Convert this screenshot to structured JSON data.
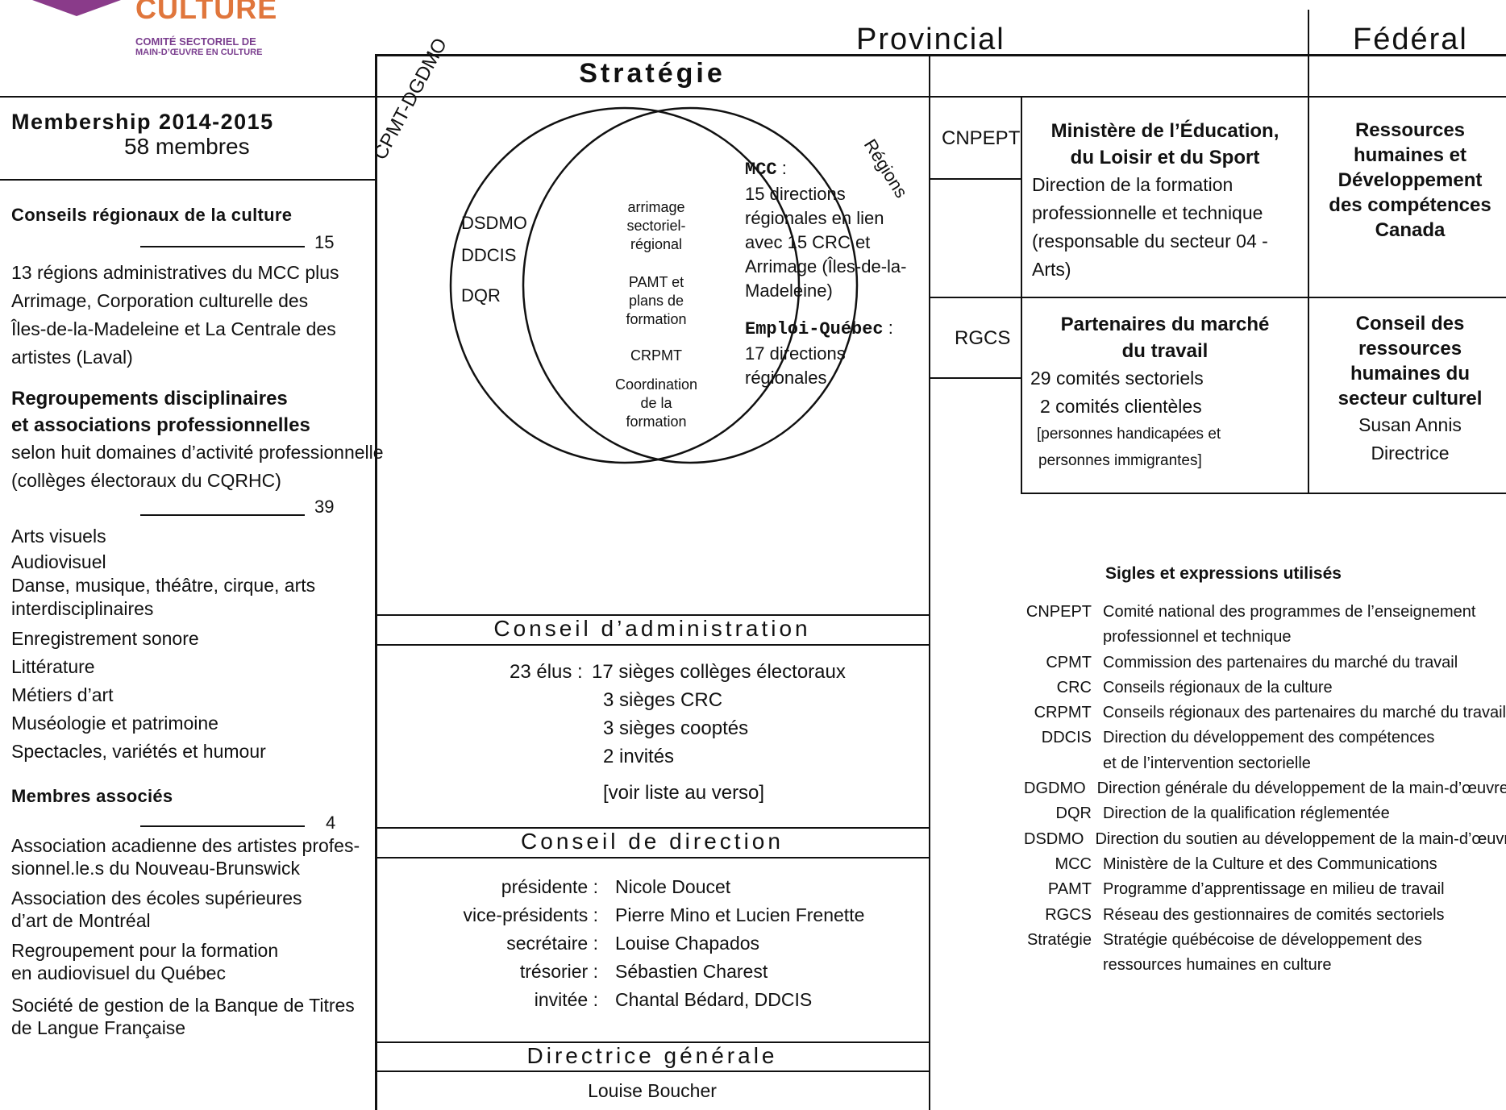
{
  "logo": {
    "word": "CULTURE",
    "line1": "COMITÉ SECTORIEL DE",
    "line2": "MAIN-D’ŒUVRE EN CULTURE",
    "color_word": "#e0763c",
    "color_small": "#7b3f8f",
    "color_shape": "#8a3b8a"
  },
  "headers": {
    "provincial": "Provincial",
    "federal": "Fédéral"
  },
  "strategie": {
    "title": "Stratégie"
  },
  "membership": {
    "title": "Membership 2014-2015",
    "count": "58 membres",
    "crc": {
      "title": "Conseils régionaux de la culture",
      "count": "15",
      "lines": [
        "13 régions administratives du MCC plus",
        "Arrimage, Corporation culturelle des",
        "Îles-de-la-Madeleine et La Centrale des",
        "artistes (Laval)"
      ]
    },
    "regroupements": {
      "title1": "Regroupements disciplinaires",
      "title2": "et associations professionnelles",
      "lines": [
        "selon huit domaines d’activité professionnelle",
        "(collèges électoraux du CQRHC)"
      ],
      "count": "39",
      "domains": [
        "Arts visuels",
        "Audiovisuel",
        "Danse, musique, théâtre, cirque, arts",
        "interdisciplinaires",
        "Enregistrement sonore",
        "Littérature",
        "Métiers d’art",
        "Muséologie et patrimoine",
        "Spectacles, variétés et humour"
      ]
    },
    "associes": {
      "title": "Membres associés",
      "count": "4",
      "items": [
        "Association acadienne des artistes profes-",
        "sionnel.le.s du Nouveau-Brunswick",
        "Association des écoles supérieures",
        "d’art de Montréal",
        "Regroupement pour la formation",
        "en audiovisuel du Québec",
        "Société de gestion de la Banque de Titres",
        "de Langue Française"
      ]
    }
  },
  "venn": {
    "left_label": "CPMT-DGDMO",
    "right_label": "Régions",
    "left_items": [
      "DSDMO",
      "DDCIS",
      "DQR"
    ],
    "center_items": [
      "arrimage",
      "sectoriel-",
      "régional",
      "PAMT et",
      "plans de",
      "formation",
      "CRPMT",
      "Coordination",
      "de la",
      "formation"
    ],
    "mcc_title": "MCC",
    "mcc_colon": " :",
    "mcc_lines": [
      "15 directions",
      "régionales en lien",
      "avec 15 CRC et",
      "Arrimage (Îles-de-la-",
      "Madeleine)"
    ],
    "eq_title": "Emploi-Québec",
    "eq_colon": " :",
    "eq_lines": [
      "17 directions",
      "régionales"
    ]
  },
  "ca": {
    "title": "Conseil d’administration",
    "elus": "23 élus :",
    "lines": [
      "17 sièges collèges électoraux",
      "3 sièges CRC",
      "3 sièges cooptés",
      "2 invités"
    ],
    "note": "[voir liste au verso]"
  },
  "cd": {
    "title": "Conseil de direction",
    "roles": [
      {
        "role": "présidente :",
        "name": "Nicole Doucet"
      },
      {
        "role": "vice-présidents :",
        "name": "Pierre Mino et Lucien Frenette"
      },
      {
        "role": "secrétaire :",
        "name": "Louise Chapados"
      },
      {
        "role": "trésorier :",
        "name": "Sébastien Charest"
      },
      {
        "role": "invitée :",
        "name": "Chantal Bédard, DDCIS"
      }
    ]
  },
  "dg": {
    "title": "Directrice générale",
    "name": "Louise Boucher"
  },
  "provincial_rows": {
    "cnpept": "CNPEPT",
    "rgcs": "RGCS",
    "meles": {
      "title1": "Ministère de l’Éducation,",
      "title2": "du Loisir et du Sport",
      "lines": [
        "Direction de la formation",
        "professionnelle et technique",
        "(responsable du secteur 04 -",
        "Arts)"
      ]
    },
    "pmt": {
      "title1": "Partenaires du marché",
      "title2": "du travail",
      "line1": "29 comités sectoriels",
      "line2": "2 comités clientèles",
      "line3": "[personnes handicapées et",
      "line4": "personnes immigrantes]"
    }
  },
  "federal_rows": {
    "rhdcc": [
      "Ressources",
      "humaines et",
      "Développement",
      "des compétences",
      "Canada"
    ],
    "crhsc": [
      "Conseil des",
      "ressources",
      "humaines du",
      "secteur culturel"
    ],
    "person": "Susan Annis",
    "role": "Directrice"
  },
  "sigles": {
    "title": "Sigles et expressions utilisés",
    "items": [
      {
        "abbr": "CNPEPT",
        "def": "Comité national des programmes de l’enseignement"
      },
      {
        "abbr": "",
        "def": "professionnel et technique"
      },
      {
        "abbr": "CPMT",
        "def": "Commission des partenaires du marché du travail"
      },
      {
        "abbr": "CRC",
        "def": "Conseils régionaux de la culture"
      },
      {
        "abbr": "CRPMT",
        "def": "Conseils régionaux des partenaires du marché du travail"
      },
      {
        "abbr": "DDCIS",
        "def": "Direction du développement des compétences"
      },
      {
        "abbr": "",
        "def": "et de l’intervention sectorielle"
      },
      {
        "abbr": "DGDMO",
        "def": "Direction générale du développement de la main-d’œuvre"
      },
      {
        "abbr": "DQR",
        "def": "Direction de la qualification réglementée"
      },
      {
        "abbr": "DSDMO",
        "def": "Direction du soutien au développement de la main-d’œuvre"
      },
      {
        "abbr": "MCC",
        "def": "Ministère de la Culture et des Communications"
      },
      {
        "abbr": "PAMT",
        "def": "Programme d’apprentissage en milieu de travail"
      },
      {
        "abbr": "RGCS",
        "def": "Réseau des gestionnaires de comités sectoriels"
      },
      {
        "abbr": "Stratégie",
        "def": "Stratégie québécoise de développement des"
      },
      {
        "abbr": "",
        "def": "ressources humaines en culture"
      }
    ]
  }
}
